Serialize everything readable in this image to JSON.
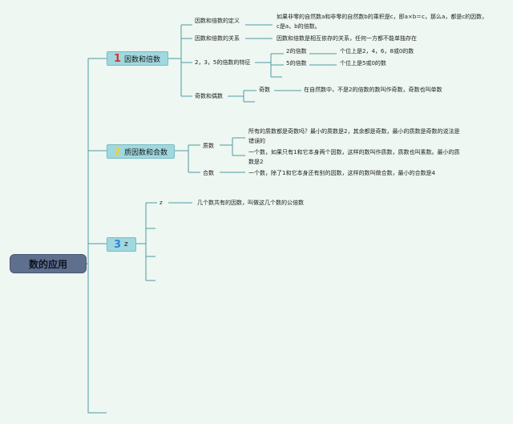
{
  "root": {
    "label": "数的应用"
  },
  "branches": [
    {
      "num": "1",
      "num_color": "#e0302a",
      "label": "因数和倍数"
    },
    {
      "num": "2",
      "num_color": "#f2d230",
      "label": "质因数和合数"
    },
    {
      "num": "3",
      "num_color": "#2f86d4",
      "label": "z"
    }
  ],
  "b1": {
    "def_label": "因数和倍数的定义",
    "def_text": "如果非零的自然数a和非零的自然数b的乘积是c，即a×b＝c，那么a，都是c的因数，c是a，b的倍数。",
    "rel_label": "因数和倍数的关系",
    "rel_text": "因数和倍数是相互依存的关系，任何一方都不能单独存在",
    "feat_label": "2，3，5的倍数的特征",
    "feat_2": "2的倍数",
    "feat_2_text": "个位上是2，4，6，8或0的数",
    "feat_5": "5的倍数",
    "feat_5_text": "个位上是5或0的数",
    "oe_label": "奇数和偶数",
    "odd": "奇数",
    "odd_text": "在自然数中，不是2的倍数的数叫作奇数，奇数也叫单数"
  },
  "b2": {
    "prime_label": "质数",
    "prime_q": "所有的质数都是奇数吗？最小的质数是2，其余都是奇数，最小的质数是奇数的说法是错误的",
    "prime_def": "一个数，如果只有1和它本身两个因数，这样的数叫作质数，质数也叫素数。最小的质数是2",
    "comp_label": "合数",
    "comp_text": "一个数，除了1和它本身还有别的因数，这样的数叫做合数，最小的合数是4"
  },
  "b3": {
    "z_label": "z",
    "z_text": "几个数共有的因数，叫做这几个数的公倍数"
  }
}
